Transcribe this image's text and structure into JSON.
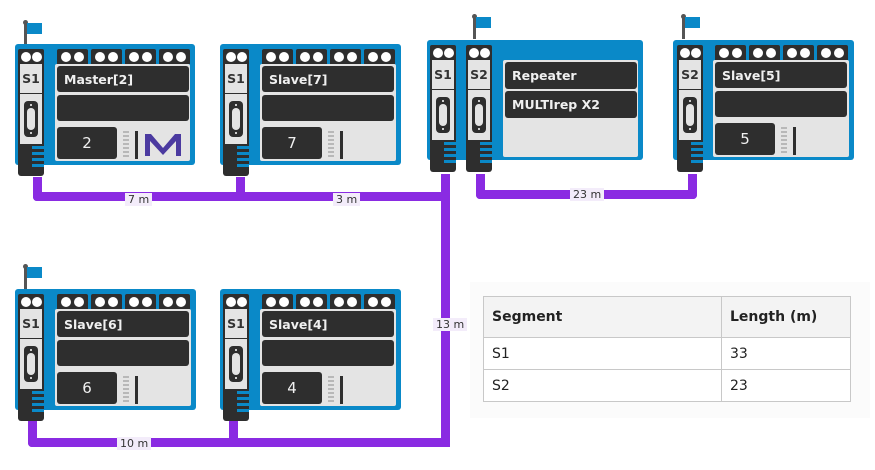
{
  "colors": {
    "cable": "#8a2be2",
    "device_frame": "#0a89c8",
    "panel_dark": "#2e2e2e",
    "panel_light": "#e4e4e4",
    "master_logo": "#4b3aa0"
  },
  "devices": [
    {
      "id": "master2",
      "name": "Master[2]",
      "line2": "",
      "address": "2",
      "ports": [
        "S1"
      ],
      "terminated": true,
      "logo": "M",
      "logo_icon": "master-m-logo"
    },
    {
      "id": "slave7",
      "name": "Slave[7]",
      "line2": "",
      "address": "7",
      "ports": [
        "S1"
      ],
      "terminated": false
    },
    {
      "id": "repeater",
      "name": "Repeater",
      "line2": "MULTIrep X2",
      "ports": [
        "S1",
        "S2"
      ],
      "terminated_port": "S2"
    },
    {
      "id": "slave5",
      "name": "Slave[5]",
      "line2": "",
      "address": "5",
      "ports": [
        "S2"
      ],
      "terminated": true
    },
    {
      "id": "slave6",
      "name": "Slave[6]",
      "line2": "",
      "address": "6",
      "ports": [
        "S1"
      ],
      "terminated": true
    },
    {
      "id": "slave4",
      "name": "Slave[4]",
      "line2": "",
      "address": "4",
      "ports": [
        "S1"
      ],
      "terminated": false
    }
  ],
  "cables": [
    {
      "from": "Master[2]",
      "to": "Slave[7]",
      "label": "7 m"
    },
    {
      "from": "Slave[7]",
      "to": "Repeater S1",
      "label": "3 m"
    },
    {
      "from": "Repeater S2",
      "to": "Slave[5]",
      "label": "23 m"
    },
    {
      "from": "Repeater S1",
      "to": "Slave[4]",
      "label": "13 m"
    },
    {
      "from": "Slave[6]",
      "to": "Slave[4]",
      "label": "10 m"
    }
  ],
  "table": {
    "headers": [
      "Segment",
      "Length (m)"
    ],
    "rows": [
      [
        "S1",
        "33"
      ],
      [
        "S2",
        "23"
      ]
    ]
  }
}
